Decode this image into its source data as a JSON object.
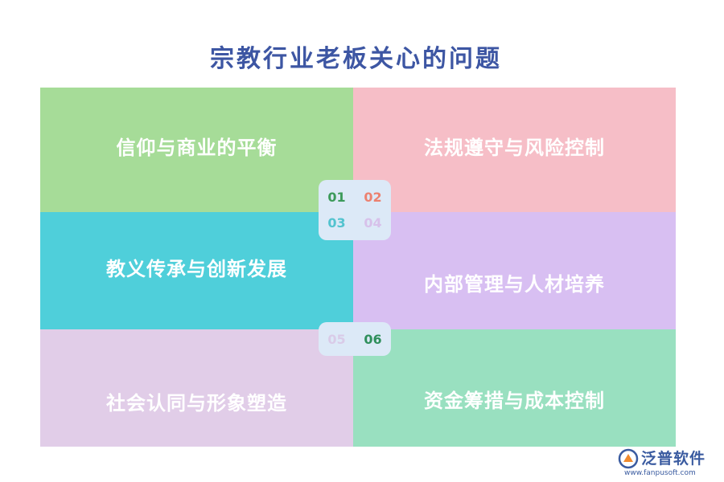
{
  "title": "宗教行业老板关心的问题",
  "tiles": [
    {
      "label": "信仰与商业的平衡"
    },
    {
      "label": "法规遵守与风险控制"
    },
    {
      "label": "教义传承与创新发展"
    },
    {
      "label": "内部管理与人材培养"
    },
    {
      "label": "社会认同与形象塑造"
    },
    {
      "label": "资金筹措与成本控制"
    }
  ],
  "badges": {
    "top": [
      "01",
      "02",
      "03",
      "04"
    ],
    "bottom": [
      "05",
      "06"
    ]
  },
  "logo": {
    "name": "泛普软件",
    "url": "www.fanpusoft.com"
  }
}
